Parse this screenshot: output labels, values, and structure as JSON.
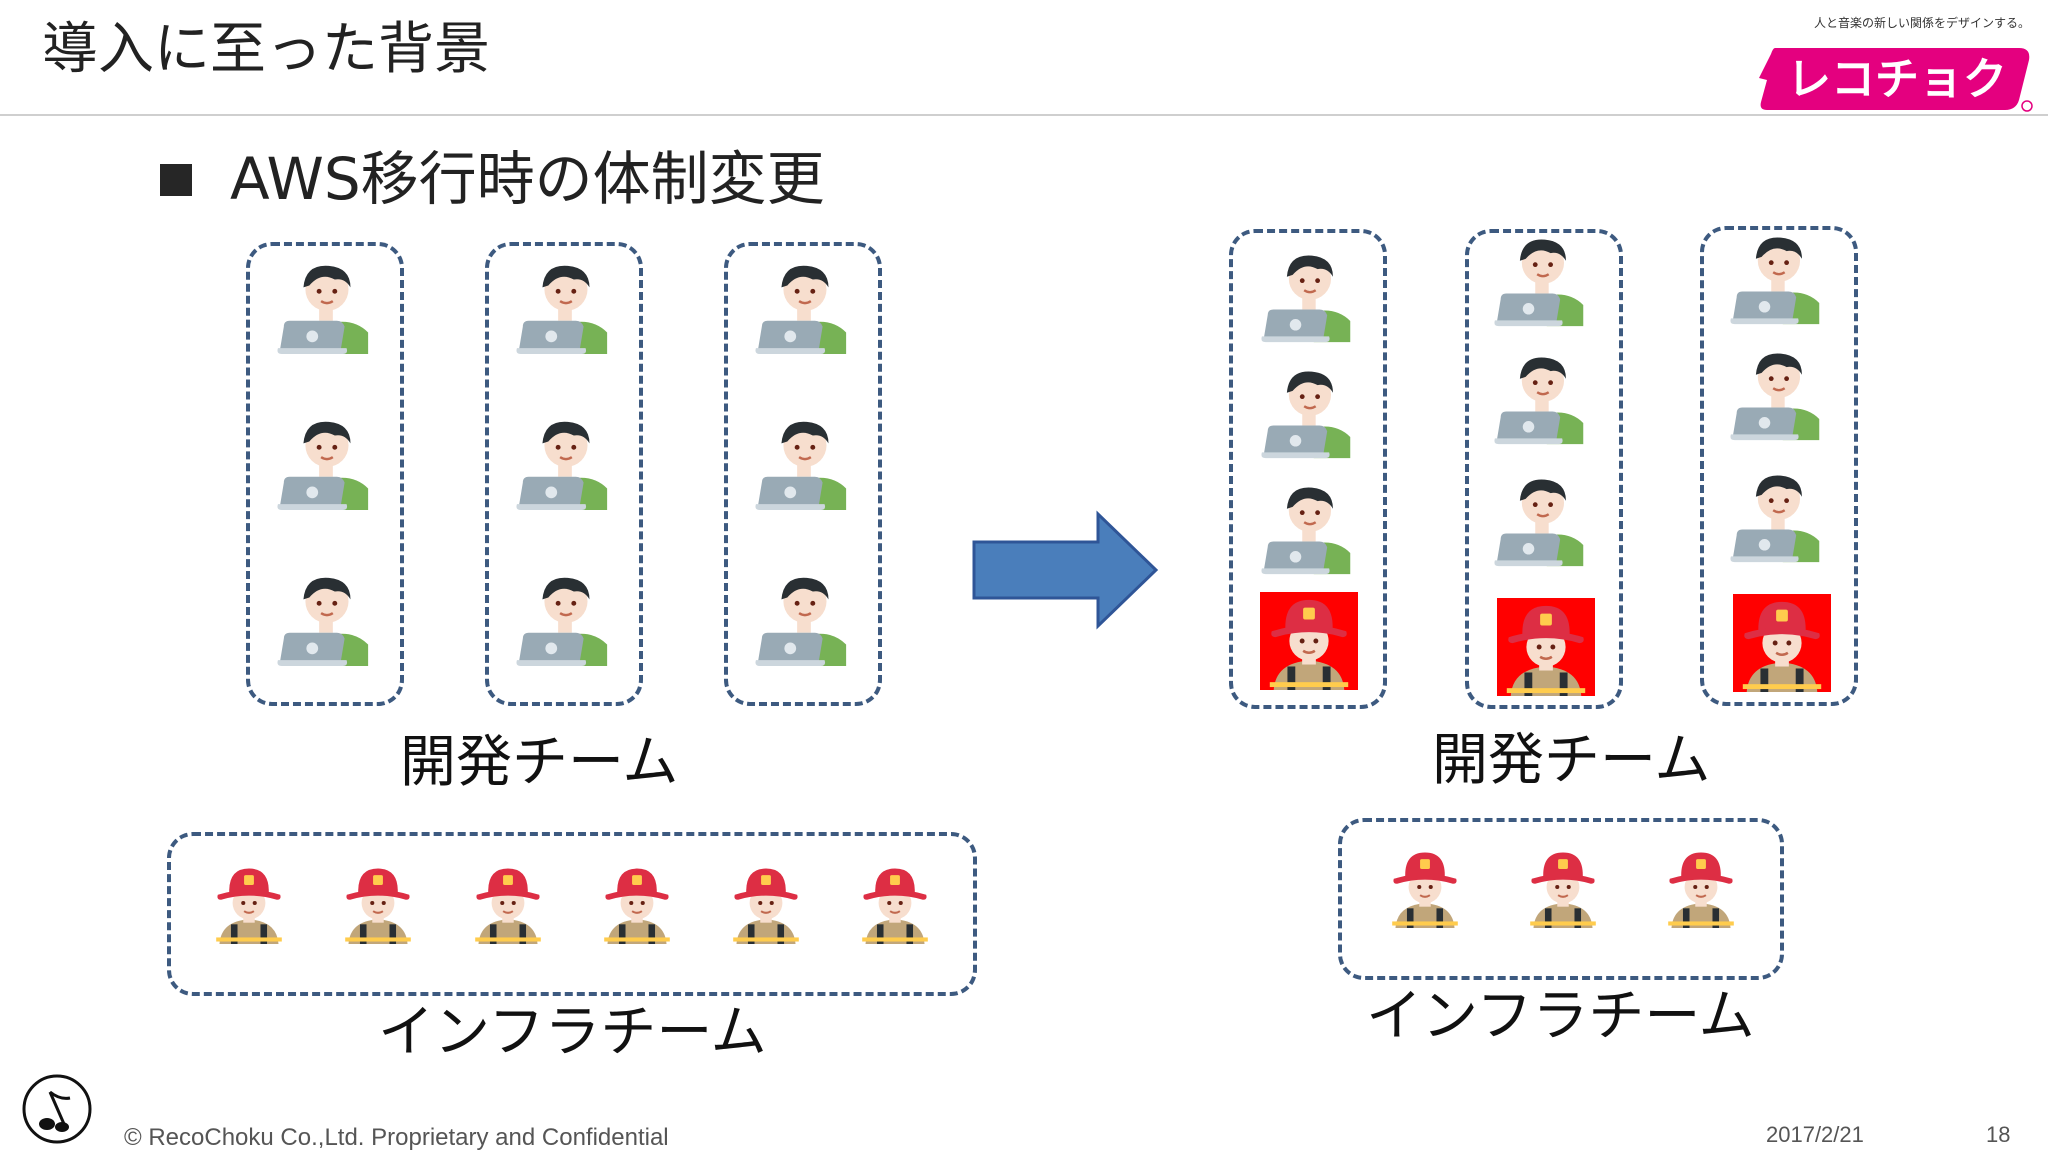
{
  "header": {
    "title": "導入に至った背景",
    "tagline": "人と音楽の新しい関係をデザインする。",
    "logo_text": "レコチョク"
  },
  "bullet": {
    "text": "AWS移行時の体制変更"
  },
  "before": {
    "dev_label": "開発チーム",
    "infra_label": "インフラチーム"
  },
  "after": {
    "dev_label": "開発チーム",
    "infra_label": "インフラチーム"
  },
  "footer": {
    "copyright": "© RecoChoku Co.,Ltd. Proprietary and Confidential",
    "date": "2017/2/21",
    "page_number": "18"
  },
  "colors": {
    "box_border": "#3d5a80",
    "arrow_fill": "#4a7ebb",
    "arrow_stroke": "#2f5597",
    "brand_pink": "#e4007f",
    "helmet_red": "#dd2e44",
    "shirt_green": "#77b255",
    "highlight_red": "#ff0000"
  },
  "icons": {
    "developer": "technologist-icon",
    "infra": "firefighter-icon",
    "arrow": "right-arrow-icon"
  }
}
